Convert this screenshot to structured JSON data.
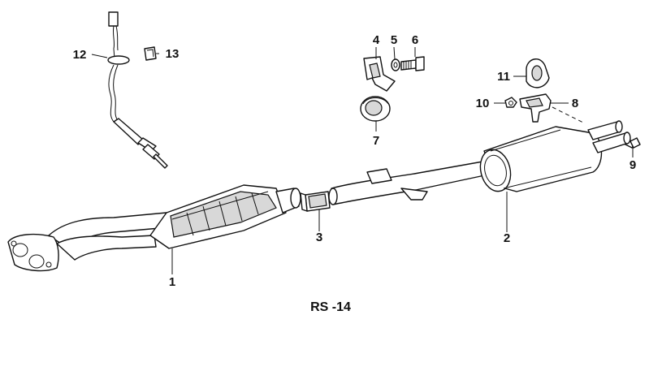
{
  "caption": "RS -14",
  "callouts": {
    "c1": "1",
    "c2": "2",
    "c3": "3",
    "c4": "4",
    "c5": "5",
    "c6": "6",
    "c7": "7",
    "c8": "8",
    "c9": "9",
    "c10": "10",
    "c11": "11",
    "c12": "12",
    "c13": "13"
  }
}
